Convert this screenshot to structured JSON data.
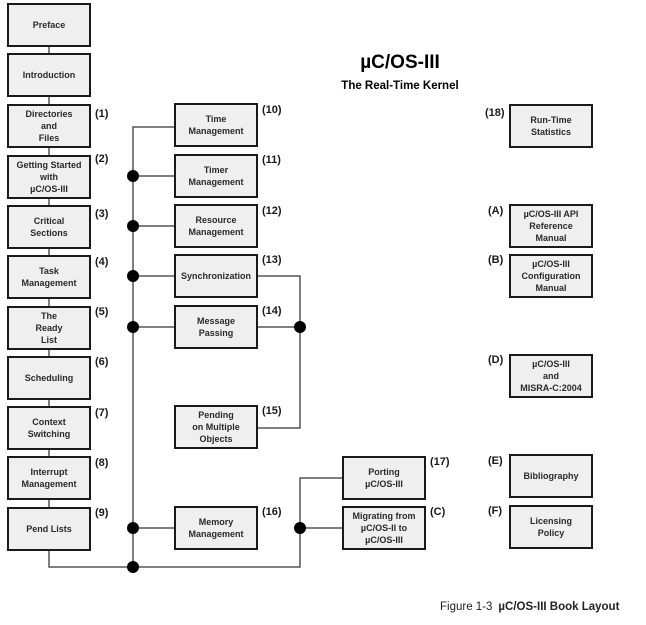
{
  "header": {
    "title": "µC/OS-III",
    "subtitle": "The Real-Time Kernel"
  },
  "caption": {
    "figure": "Figure 1-3",
    "text": "µC/OS-III Book Layout"
  },
  "colors": {
    "box_fill": "#efefef",
    "box_border": "#1a1a1a",
    "connector": "#555555",
    "junction": "#000000"
  },
  "left_column": [
    {
      "label": "Preface",
      "number": ""
    },
    {
      "label": "Introduction",
      "number": ""
    },
    {
      "label": "Directories\nand\nFiles",
      "number": "(1)"
    },
    {
      "label": "Getting Started\nwith\nµC/OS-III",
      "number": "(2)"
    },
    {
      "label": "Critical\nSections",
      "number": "(3)"
    },
    {
      "label": "Task\nManagement",
      "number": "(4)"
    },
    {
      "label": "The\nReady\nList",
      "number": "(5)"
    },
    {
      "label": "Scheduling",
      "number": "(6)"
    },
    {
      "label": "Context\nSwitching",
      "number": "(7)"
    },
    {
      "label": "Interrupt\nManagement",
      "number": "(8)"
    },
    {
      "label": "Pend Lists",
      "number": "(9)"
    }
  ],
  "middle_column": [
    {
      "label": "Time\nManagement",
      "number": "(10)"
    },
    {
      "label": "Timer\nManagement",
      "number": "(11)"
    },
    {
      "label": "Resource\nManagement",
      "number": "(12)"
    },
    {
      "label": "Synchronization",
      "number": "(13)"
    },
    {
      "label": "Message\nPassing",
      "number": "(14)"
    },
    {
      "label": "Pending\non Multiple\nObjects",
      "number": "(15)"
    },
    {
      "label": "Memory\nManagement",
      "number": "(16)"
    }
  ],
  "port_column": [
    {
      "label": "Porting\nµC/OS-III",
      "number": "(17)"
    },
    {
      "label": "Migrating from\nµC/OS-II to\nµC/OS-III",
      "number": "(C)"
    }
  ],
  "right_column": [
    {
      "label": "Run-Time\nStatistics",
      "number": "(18)"
    },
    {
      "label": "µC/OS-III API\nReference\nManual",
      "number": "(A)"
    },
    {
      "label": "µC/OS-III\nConfiguration\nManual",
      "number": "(B)"
    },
    {
      "label": "µC/OS-III\nand\nMISRA-C:2004",
      "number": "(D)"
    },
    {
      "label": "Bibliography",
      "number": "(E)"
    },
    {
      "label": "Licensing\nPolicy",
      "number": "(F)"
    }
  ]
}
